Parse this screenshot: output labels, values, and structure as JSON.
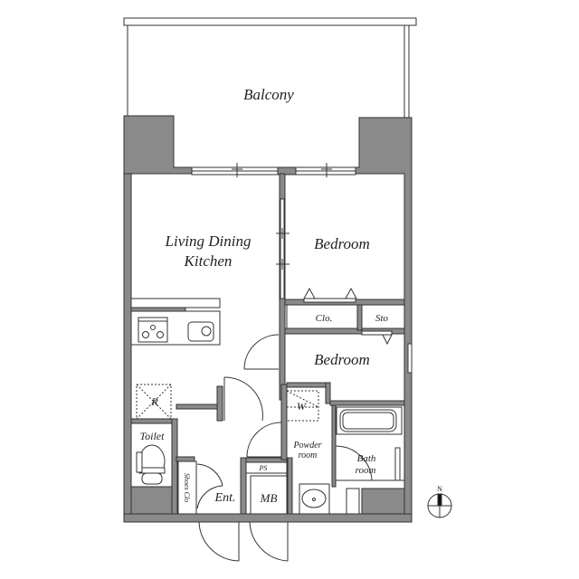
{
  "floorplan": {
    "colors": {
      "wall": "#8a8a8a",
      "line": "#333333",
      "background": "#ffffff"
    },
    "rooms": {
      "balcony": "Balcony",
      "ldk_line1": "Living Dining",
      "ldk_line2": "Kitchen",
      "bedroom1": "Bedroom",
      "bedroom2": "Bedroom",
      "closet": "Clo.",
      "storage": "Sto",
      "refrigerator": "R",
      "washer": "W",
      "toilet": "Toilet",
      "powder_line1": "Powder",
      "powder_line2": "room",
      "bath_line1": "Bath",
      "bath_line2": "room",
      "pipe_space": "PS",
      "shoes_closet": "Shoes Clo",
      "entrance": "Ent.",
      "meter_box": "MB"
    },
    "compass": {
      "label": "N"
    }
  }
}
